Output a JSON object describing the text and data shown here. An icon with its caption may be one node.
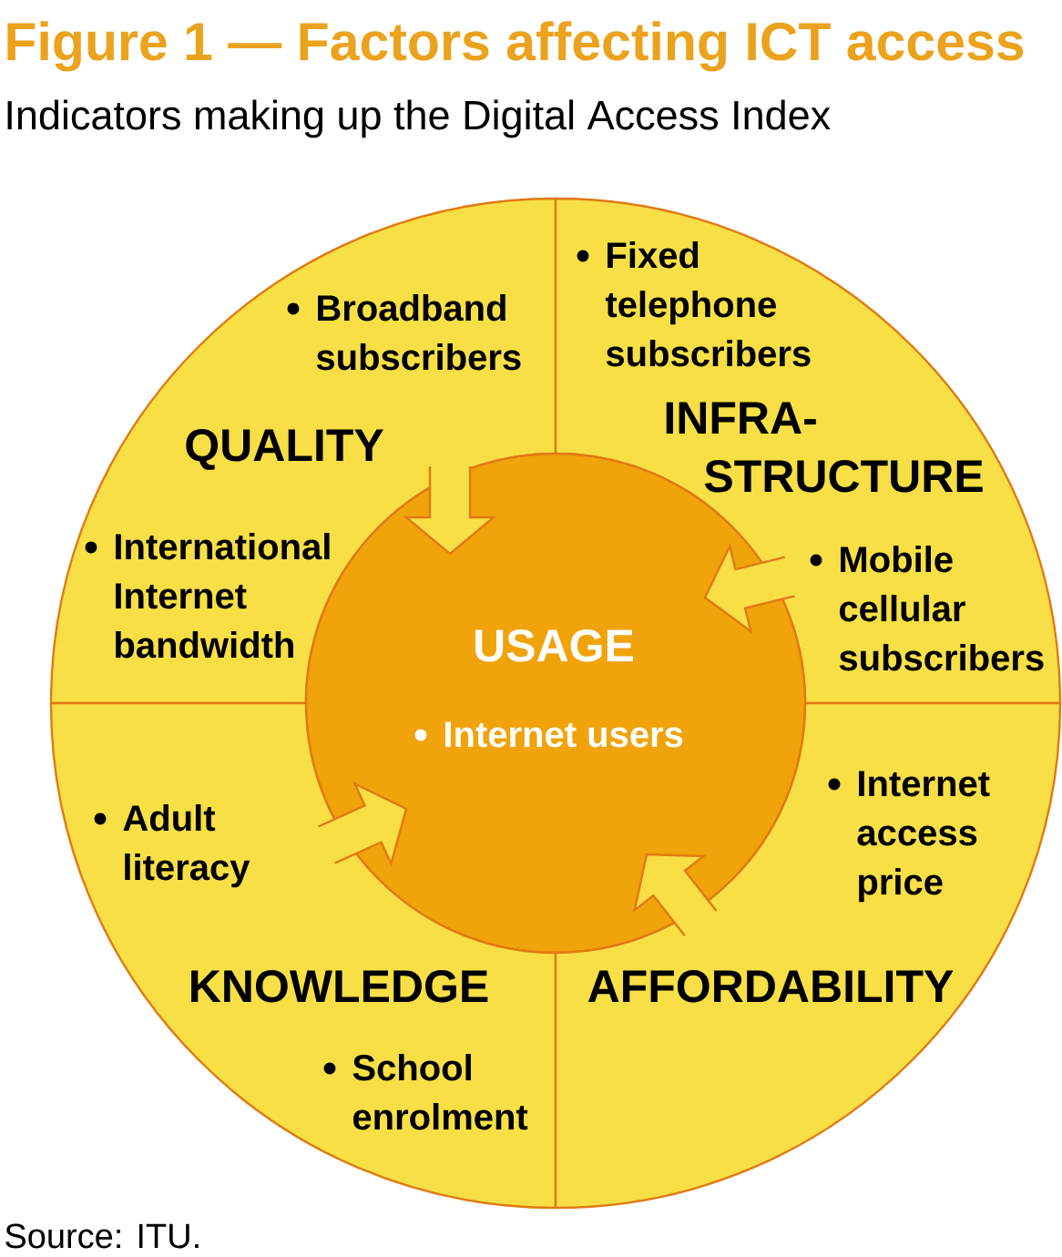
{
  "diagram": {
    "title": "Figure 1 — Factors affecting ICT access",
    "nodes": [
      {
        "text": [
          "Broadband subscribers",
          "QUALITY",
          "International Internet bandwidth"
        ]
      },
      {
        "text": [
          "Fixed telephone subscribers",
          "INFRA-STRUCTURE",
          "Mobile cellular subscribers"
        ]
      },
      {
        "text": [
          "USAGE",
          "Internet users"
        ]
      },
      {
        "text": [
          "Adult literacy",
          "KNOWLEDGE",
          "School enrolment"
        ]
      },
      {
        "text": [
          "Internet access price",
          "AFFORDABILITY"
        ]
      }
    ],
    "edges": [
      {
        "from": 0,
        "to": 2,
        "arrow": "to"
      },
      {
        "from": 1,
        "to": 2,
        "arrow": "to"
      },
      {
        "from": 3,
        "to": 2,
        "arrow": "to"
      },
      {
        "from": 4,
        "to": 2,
        "arrow": "to"
      }
    ],
    "labels": [
      "Indicators making up the Digital Access Index",
      "Source: ITU."
    ]
  }
}
